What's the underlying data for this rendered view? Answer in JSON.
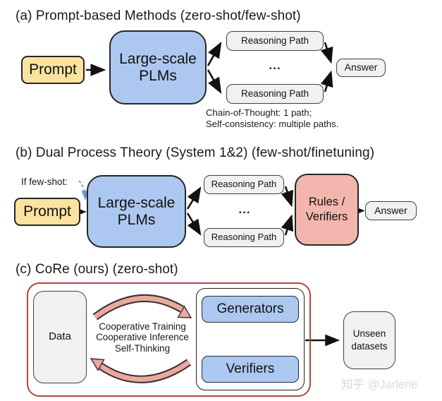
{
  "section_a": {
    "title": "(a) Prompt-based Methods (zero-shot/few-shot)",
    "prompt": "Prompt",
    "plms": "Large-scale\nPLMs",
    "reasoning_path_top": "Reasoning Path",
    "reasoning_path_bottom": "Reasoning Path",
    "ellipsis": "...",
    "answer": "Answer",
    "note": "Chain-of-Thought: 1 path;\nSelf-consistency: multiple paths."
  },
  "section_b": {
    "title": "(b) Dual Process Theory (System 1&2) (few-shot/finetuning)",
    "if_few_shot": "If few-shot:",
    "prompt": "Prompt",
    "plms": "Large-scale\nPLMs",
    "reasoning_path_top": "Reasoning Path",
    "reasoning_path_bottom": "Reasoning Path",
    "ellipsis": "...",
    "rules_verifiers": "Rules /\nVerifiers",
    "answer": "Answer"
  },
  "section_c": {
    "title": "(c) CoRe (ours) (zero-shot)",
    "data": "Data",
    "loop_text": "Cooperative Training\nCooperative Inference\nSelf-Thinking",
    "generators": "Generators",
    "verifiers": "Verifiers",
    "unseen_datasets": "Unseen\ndatasets"
  },
  "watermark": "知乎 @Jarlene",
  "colors": {
    "prompt_fill": "#FBE39F",
    "plm_fill": "#ADC8F0",
    "gray_fill": "#F1F1F1",
    "rules_fill": "#F2B6AE",
    "red_border": "#B5443B",
    "pink_arrow": "#E9A99F",
    "dashed_arrow_blue": "#5B9BD5"
  }
}
